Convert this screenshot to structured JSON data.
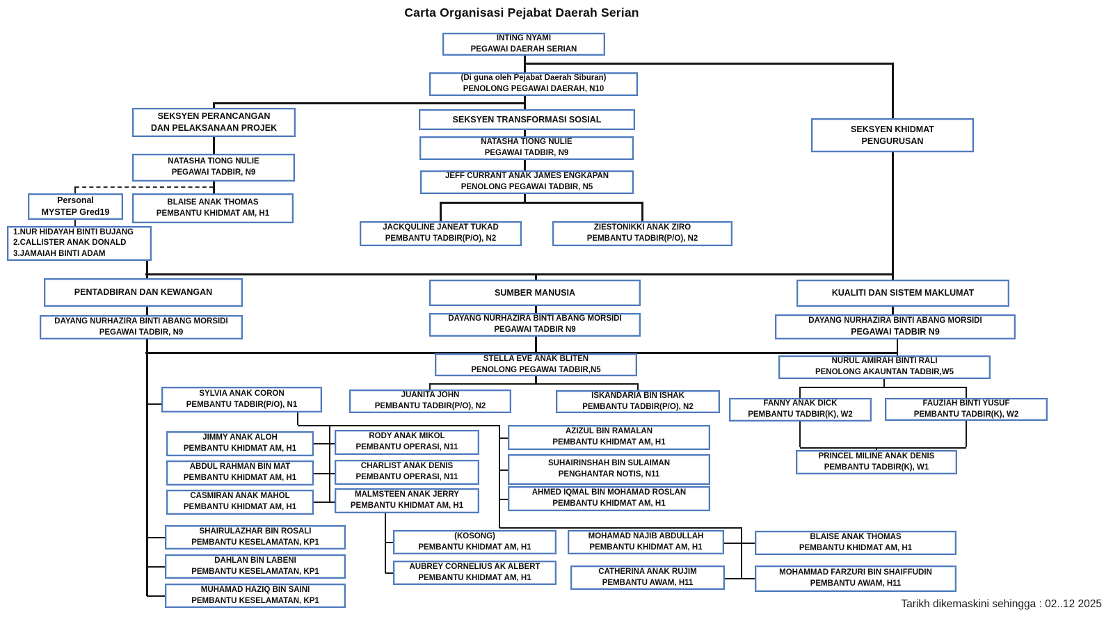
{
  "title": "Carta Organisasi Pejabat Daerah Serian",
  "footer": "Tarikh dikemaskini sehingga : 02..12 2025",
  "colors": {
    "box_border": "#4f7bbf",
    "line": "#161616",
    "text": "#0e0e0e"
  },
  "boxes": {
    "do": {
      "l1": "INTING NYAMI",
      "l2": "PEGAWAI DAERAH SERIAN"
    },
    "pdo": {
      "l1": "(Di guna oleh Pejabat Daerah Siburan)",
      "l2": "PENOLONG PEGAWAI DAERAH, N10"
    },
    "sp": {
      "l1": "SEKSYEN PERANCANGAN",
      "l2": "DAN PELAKSANAAN PROJEK"
    },
    "sts": {
      "l1": "SEKSYEN TRANSFORMASI SOSIAL"
    },
    "skp": {
      "l1": "SEKSYEN KHIDMAT",
      "l2": "PENGURUSAN"
    },
    "natasha_sp": {
      "l1": "NATASHA TIONG NULIE",
      "l2": "PEGAWAI TADBIR, N9"
    },
    "natasha_sts": {
      "l1": "NATASHA TIONG NULIE",
      "l2": "PEGAWAI TADBIR, N9"
    },
    "jeff": {
      "l1": "JEFF CURRANT ANAK JAMES ENGKAPAN",
      "l2": "PENOLONG PEGAWAI TADBIR, N5"
    },
    "personal": {
      "l1": "Personal",
      "l2": "MYSTEP Gred19"
    },
    "blaise_sp": {
      "l1": "BLAISE ANAK THOMAS",
      "l2": "PEMBANTU KHIDMAT AM, H1"
    },
    "mystep_names": {
      "l1": "1.NUR HIDAYAH BINTI BUJANG",
      "l2": "2.CALLISTER ANAK DONALD",
      "l3": "3.JAMAIAH BINTI ADAM"
    },
    "jackquline": {
      "l1": "JACKQULINE JANEAT TUKAD",
      "l2": "PEMBANTU TADBIR(P/O), N2"
    },
    "ziestonikki": {
      "l1": "ZIESTONIKKI ANAK ZIRO",
      "l2": "PEMBANTU TADBIR(P/O), N2"
    },
    "pentadbiran": {
      "l1": "PENTADBIRAN DAN KEWANGAN"
    },
    "dayang_pk": {
      "l1": "DAYANG NURHAZIRA BINTI ABANG MORSIDI",
      "l2": "PEGAWAI TADBIR, N9"
    },
    "sumber": {
      "l1": "SUMBER MANUSIA"
    },
    "dayang_sm": {
      "l1": "DAYANG NURHAZIRA BINTI ABANG MORSIDI",
      "l2": "PEGAWAI TADBIR N9"
    },
    "kualiti": {
      "l1": "KUALITI DAN SISTEM MAKLUMAT"
    },
    "dayang_ksm": {
      "l1": "DAYANG NURHAZIRA BINTI ABANG MORSIDI",
      "l2": "PEGAWAI TADBIR N9"
    },
    "stella": {
      "l1": "STELLA EVE ANAK BLITEN",
      "l2": "PENOLONG PEGAWAI TADBIR,N5"
    },
    "nurul": {
      "l1": "NURUL AMIRAH BINTI RALI",
      "l2": "PENOLONG AKAUNTAN TADBIR,W5"
    },
    "sylvia": {
      "l1": "SYLVIA ANAK CORON",
      "l2": "PEMBANTU TADBIR(P/O), N1"
    },
    "juanita": {
      "l1": "JUANITA JOHN",
      "l2": "PEMBANTU TADBIR(P/O), N2"
    },
    "iskandaria": {
      "l1": "ISKANDARIA  BIN ISHAK",
      "l2": "PEMBANTU TADBIR(P/O), N2"
    },
    "fanny": {
      "l1": "FANNY ANAK DICK",
      "l2": "PEMBANTU TADBIR(K), W2"
    },
    "fauziah": {
      "l1": "FAUZIAH BINTI YUSUF",
      "l2": "PEMBANTU TADBIR(K), W2"
    },
    "jimmy": {
      "l1": "JIMMY ANAK ALOH",
      "l2": "PEMBANTU KHIDMAT AM, H1"
    },
    "abdul": {
      "l1": "ABDUL RAHMAN BIN MAT",
      "l2": "PEMBANTU KHIDMAT AM, H1"
    },
    "casmiran": {
      "l1": "CASMIRAN ANAK MAHOL",
      "l2": "PEMBANTU KHIDMAT AM, H1"
    },
    "rody": {
      "l1": "RODY ANAK MIKOL",
      "l2": "PEMBANTU OPERASI, N11"
    },
    "charlist": {
      "l1": "CHARLIST ANAK DENIS",
      "l2": "PEMBANTU OPERASI, N11"
    },
    "malmsteen": {
      "l1": "MALMSTEEN ANAK JERRY",
      "l2": "PEMBANTU KHIDMAT AM, H1"
    },
    "azizul": {
      "l1": "AZIZUL BIN RAMALAN",
      "l2": "PEMBANTU KHIDMAT AM, H1"
    },
    "suhairinshah": {
      "l1": "SUHAIRINSHAH BIN SULAIMAN",
      "l2": "PENGHANTAR NOTIS, N11"
    },
    "ahmed": {
      "l1": "AHMED IQMAL BIN MOHAMAD ROSLAN",
      "l2": "PEMBANTU KHIDMAT AM, H1"
    },
    "princel": {
      "l1": "PRINCEL MILINE ANAK DENIS",
      "l2": "PEMBANTU TADBIR(K), W1"
    },
    "shairulazhar": {
      "l1": "SHAIRULAZHAR BIN ROSALI",
      "l2": "PEMBANTU KESELAMATAN, KP1"
    },
    "dahlan": {
      "l1": "DAHLAN BIN LABENI",
      "l2": "PEMBANTU KESELAMATAN, KP1"
    },
    "haziq": {
      "l1": "MUHAMAD HAZIQ BIN SAINI",
      "l2": "PEMBANTU KESELAMATAN, KP1"
    },
    "kosong": {
      "l1": "(KOSONG)",
      "l2": "PEMBANTU KHIDMAT AM, H1"
    },
    "aubrey": {
      "l1": "AUBREY CORNELIUS AK ALBERT",
      "l2": "PEMBANTU KHIDMAT AM, H1"
    },
    "najib": {
      "l1": "MOHAMAD NAJIB ABDULLAH",
      "l2": "PEMBANTU KHIDMAT AM, H1"
    },
    "catherina": {
      "l1": "CATHERINA ANAK RUJIM",
      "l2": "PEMBANTU AWAM, H11"
    },
    "blaise_skp": {
      "l1": "BLAISE ANAK THOMAS",
      "l2": "PEMBANTU KHIDMAT AM, H1"
    },
    "farzuri": {
      "l1": "MOHAMMAD FARZURI BIN SHAIFFUDIN",
      "l2": "PEMBANTU AWAM, H11"
    }
  }
}
